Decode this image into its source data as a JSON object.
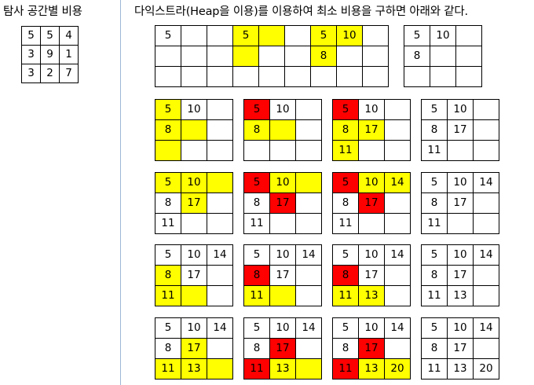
{
  "left_title": "탐사 공간별 비용",
  "main_title": "다익스트라(Heap을 이용)를 이용하여 최소 비용을 구하면 아래와 같다.",
  "cost_grid": [
    [
      "5",
      "5",
      "4"
    ],
    [
      "3",
      "9",
      "1"
    ],
    [
      "3",
      "2",
      "7"
    ]
  ],
  "colors": {
    "frontier": "#ffff00",
    "selected": "#ff0000",
    "divider": "#9db6d6"
  },
  "step_rows": [
    [
      {
        "v": [
          [
            "5",
            "",
            ""
          ],
          [
            "",
            "",
            ""
          ],
          [
            "",
            "",
            ""
          ]
        ],
        "c": [
          [
            "",
            "",
            ""
          ],
          [
            "",
            "",
            ""
          ],
          [
            "",
            "",
            ""
          ]
        ]
      },
      {
        "v": [
          [
            "5",
            "",
            ""
          ],
          [
            "",
            "",
            ""
          ],
          [
            "",
            "",
            ""
          ]
        ],
        "c": [
          [
            "y",
            "y",
            ""
          ],
          [
            "y",
            "",
            ""
          ],
          [
            "",
            "",
            ""
          ]
        ]
      },
      {
        "v": [
          [
            "5",
            "10",
            ""
          ],
          [
            "8",
            "",
            ""
          ],
          [
            "",
            "",
            ""
          ]
        ],
        "c": [
          [
            "y",
            "y",
            ""
          ],
          [
            "y",
            "",
            ""
          ],
          [
            "",
            "",
            ""
          ]
        ]
      },
      {
        "v": [
          [
            "5",
            "10",
            ""
          ],
          [
            "8",
            "",
            ""
          ],
          [
            "",
            "",
            ""
          ]
        ],
        "c": [
          [
            "",
            "",
            ""
          ],
          [
            "",
            "",
            ""
          ],
          [
            "",
            "",
            ""
          ]
        ]
      }
    ],
    [
      {
        "v": [
          [
            "5",
            "10",
            ""
          ],
          [
            "8",
            "",
            ""
          ],
          [
            "",
            "",
            ""
          ]
        ],
        "c": [
          [
            "y",
            "",
            ""
          ],
          [
            "y",
            "y",
            ""
          ],
          [
            "y",
            "",
            ""
          ]
        ]
      },
      {
        "v": [
          [
            "5",
            "10",
            ""
          ],
          [
            "8",
            "",
            ""
          ],
          [
            "",
            "",
            ""
          ]
        ],
        "c": [
          [
            "r",
            "",
            ""
          ],
          [
            "y",
            "y",
            ""
          ],
          [
            "",
            "",
            ""
          ]
        ]
      },
      {
        "v": [
          [
            "5",
            "10",
            ""
          ],
          [
            "8",
            "17",
            ""
          ],
          [
            "11",
            "",
            ""
          ]
        ],
        "c": [
          [
            "r",
            "",
            ""
          ],
          [
            "y",
            "y",
            ""
          ],
          [
            "y",
            "",
            ""
          ]
        ]
      },
      {
        "v": [
          [
            "5",
            "10",
            ""
          ],
          [
            "8",
            "17",
            ""
          ],
          [
            "11",
            "",
            ""
          ]
        ],
        "c": [
          [
            "",
            "",
            ""
          ],
          [
            "",
            "",
            ""
          ],
          [
            "",
            "",
            ""
          ]
        ]
      }
    ],
    [
      {
        "v": [
          [
            "5",
            "10",
            ""
          ],
          [
            "8",
            "17",
            ""
          ],
          [
            "11",
            "",
            ""
          ]
        ],
        "c": [
          [
            "y",
            "y",
            "y"
          ],
          [
            "",
            "y",
            ""
          ],
          [
            "",
            "",
            ""
          ]
        ]
      },
      {
        "v": [
          [
            "5",
            "10",
            ""
          ],
          [
            "8",
            "17",
            ""
          ],
          [
            "11",
            "",
            ""
          ]
        ],
        "c": [
          [
            "r",
            "y",
            "y"
          ],
          [
            "",
            "r",
            ""
          ],
          [
            "",
            "",
            ""
          ]
        ]
      },
      {
        "v": [
          [
            "5",
            "10",
            "14"
          ],
          [
            "8",
            "17",
            ""
          ],
          [
            "11",
            "",
            ""
          ]
        ],
        "c": [
          [
            "r",
            "y",
            "y"
          ],
          [
            "",
            "r",
            ""
          ],
          [
            "",
            "",
            ""
          ]
        ]
      },
      {
        "v": [
          [
            "5",
            "10",
            "14"
          ],
          [
            "8",
            "17",
            ""
          ],
          [
            "11",
            "",
            ""
          ]
        ],
        "c": [
          [
            "",
            "",
            ""
          ],
          [
            "",
            "",
            ""
          ],
          [
            "",
            "",
            ""
          ]
        ]
      }
    ],
    [
      {
        "v": [
          [
            "5",
            "10",
            "14"
          ],
          [
            "8",
            "17",
            ""
          ],
          [
            "11",
            "",
            ""
          ]
        ],
        "c": [
          [
            "",
            "",
            ""
          ],
          [
            "y",
            "",
            ""
          ],
          [
            "y",
            "y",
            ""
          ]
        ]
      },
      {
        "v": [
          [
            "5",
            "10",
            "14"
          ],
          [
            "8",
            "17",
            ""
          ],
          [
            "11",
            "",
            ""
          ]
        ],
        "c": [
          [
            "",
            "",
            ""
          ],
          [
            "r",
            "",
            ""
          ],
          [
            "y",
            "y",
            ""
          ]
        ]
      },
      {
        "v": [
          [
            "5",
            "10",
            "14"
          ],
          [
            "8",
            "17",
            ""
          ],
          [
            "11",
            "13",
            ""
          ]
        ],
        "c": [
          [
            "",
            "",
            ""
          ],
          [
            "r",
            "",
            ""
          ],
          [
            "y",
            "y",
            ""
          ]
        ]
      },
      {
        "v": [
          [
            "5",
            "10",
            "14"
          ],
          [
            "8",
            "17",
            ""
          ],
          [
            "11",
            "13",
            ""
          ]
        ],
        "c": [
          [
            "",
            "",
            ""
          ],
          [
            "",
            "",
            ""
          ],
          [
            "",
            "",
            ""
          ]
        ]
      }
    ],
    [
      {
        "v": [
          [
            "5",
            "10",
            "14"
          ],
          [
            "8",
            "17",
            ""
          ],
          [
            "11",
            "13",
            ""
          ]
        ],
        "c": [
          [
            "",
            "",
            ""
          ],
          [
            "",
            "y",
            ""
          ],
          [
            "y",
            "y",
            "y"
          ]
        ]
      },
      {
        "v": [
          [
            "5",
            "10",
            "14"
          ],
          [
            "8",
            "17",
            ""
          ],
          [
            "11",
            "13",
            ""
          ]
        ],
        "c": [
          [
            "",
            "",
            ""
          ],
          [
            "",
            "r",
            ""
          ],
          [
            "r",
            "y",
            "y"
          ]
        ]
      },
      {
        "v": [
          [
            "5",
            "10",
            "14"
          ],
          [
            "8",
            "17",
            ""
          ],
          [
            "11",
            "13",
            "20"
          ]
        ],
        "c": [
          [
            "",
            "",
            ""
          ],
          [
            "",
            "r",
            ""
          ],
          [
            "r",
            "y",
            "y"
          ]
        ]
      },
      {
        "v": [
          [
            "5",
            "10",
            "14"
          ],
          [
            "8",
            "17",
            ""
          ],
          [
            "11",
            "13",
            "20"
          ]
        ],
        "c": [
          [
            "",
            "",
            ""
          ],
          [
            "",
            "",
            ""
          ],
          [
            "",
            "",
            ""
          ]
        ]
      }
    ]
  ]
}
